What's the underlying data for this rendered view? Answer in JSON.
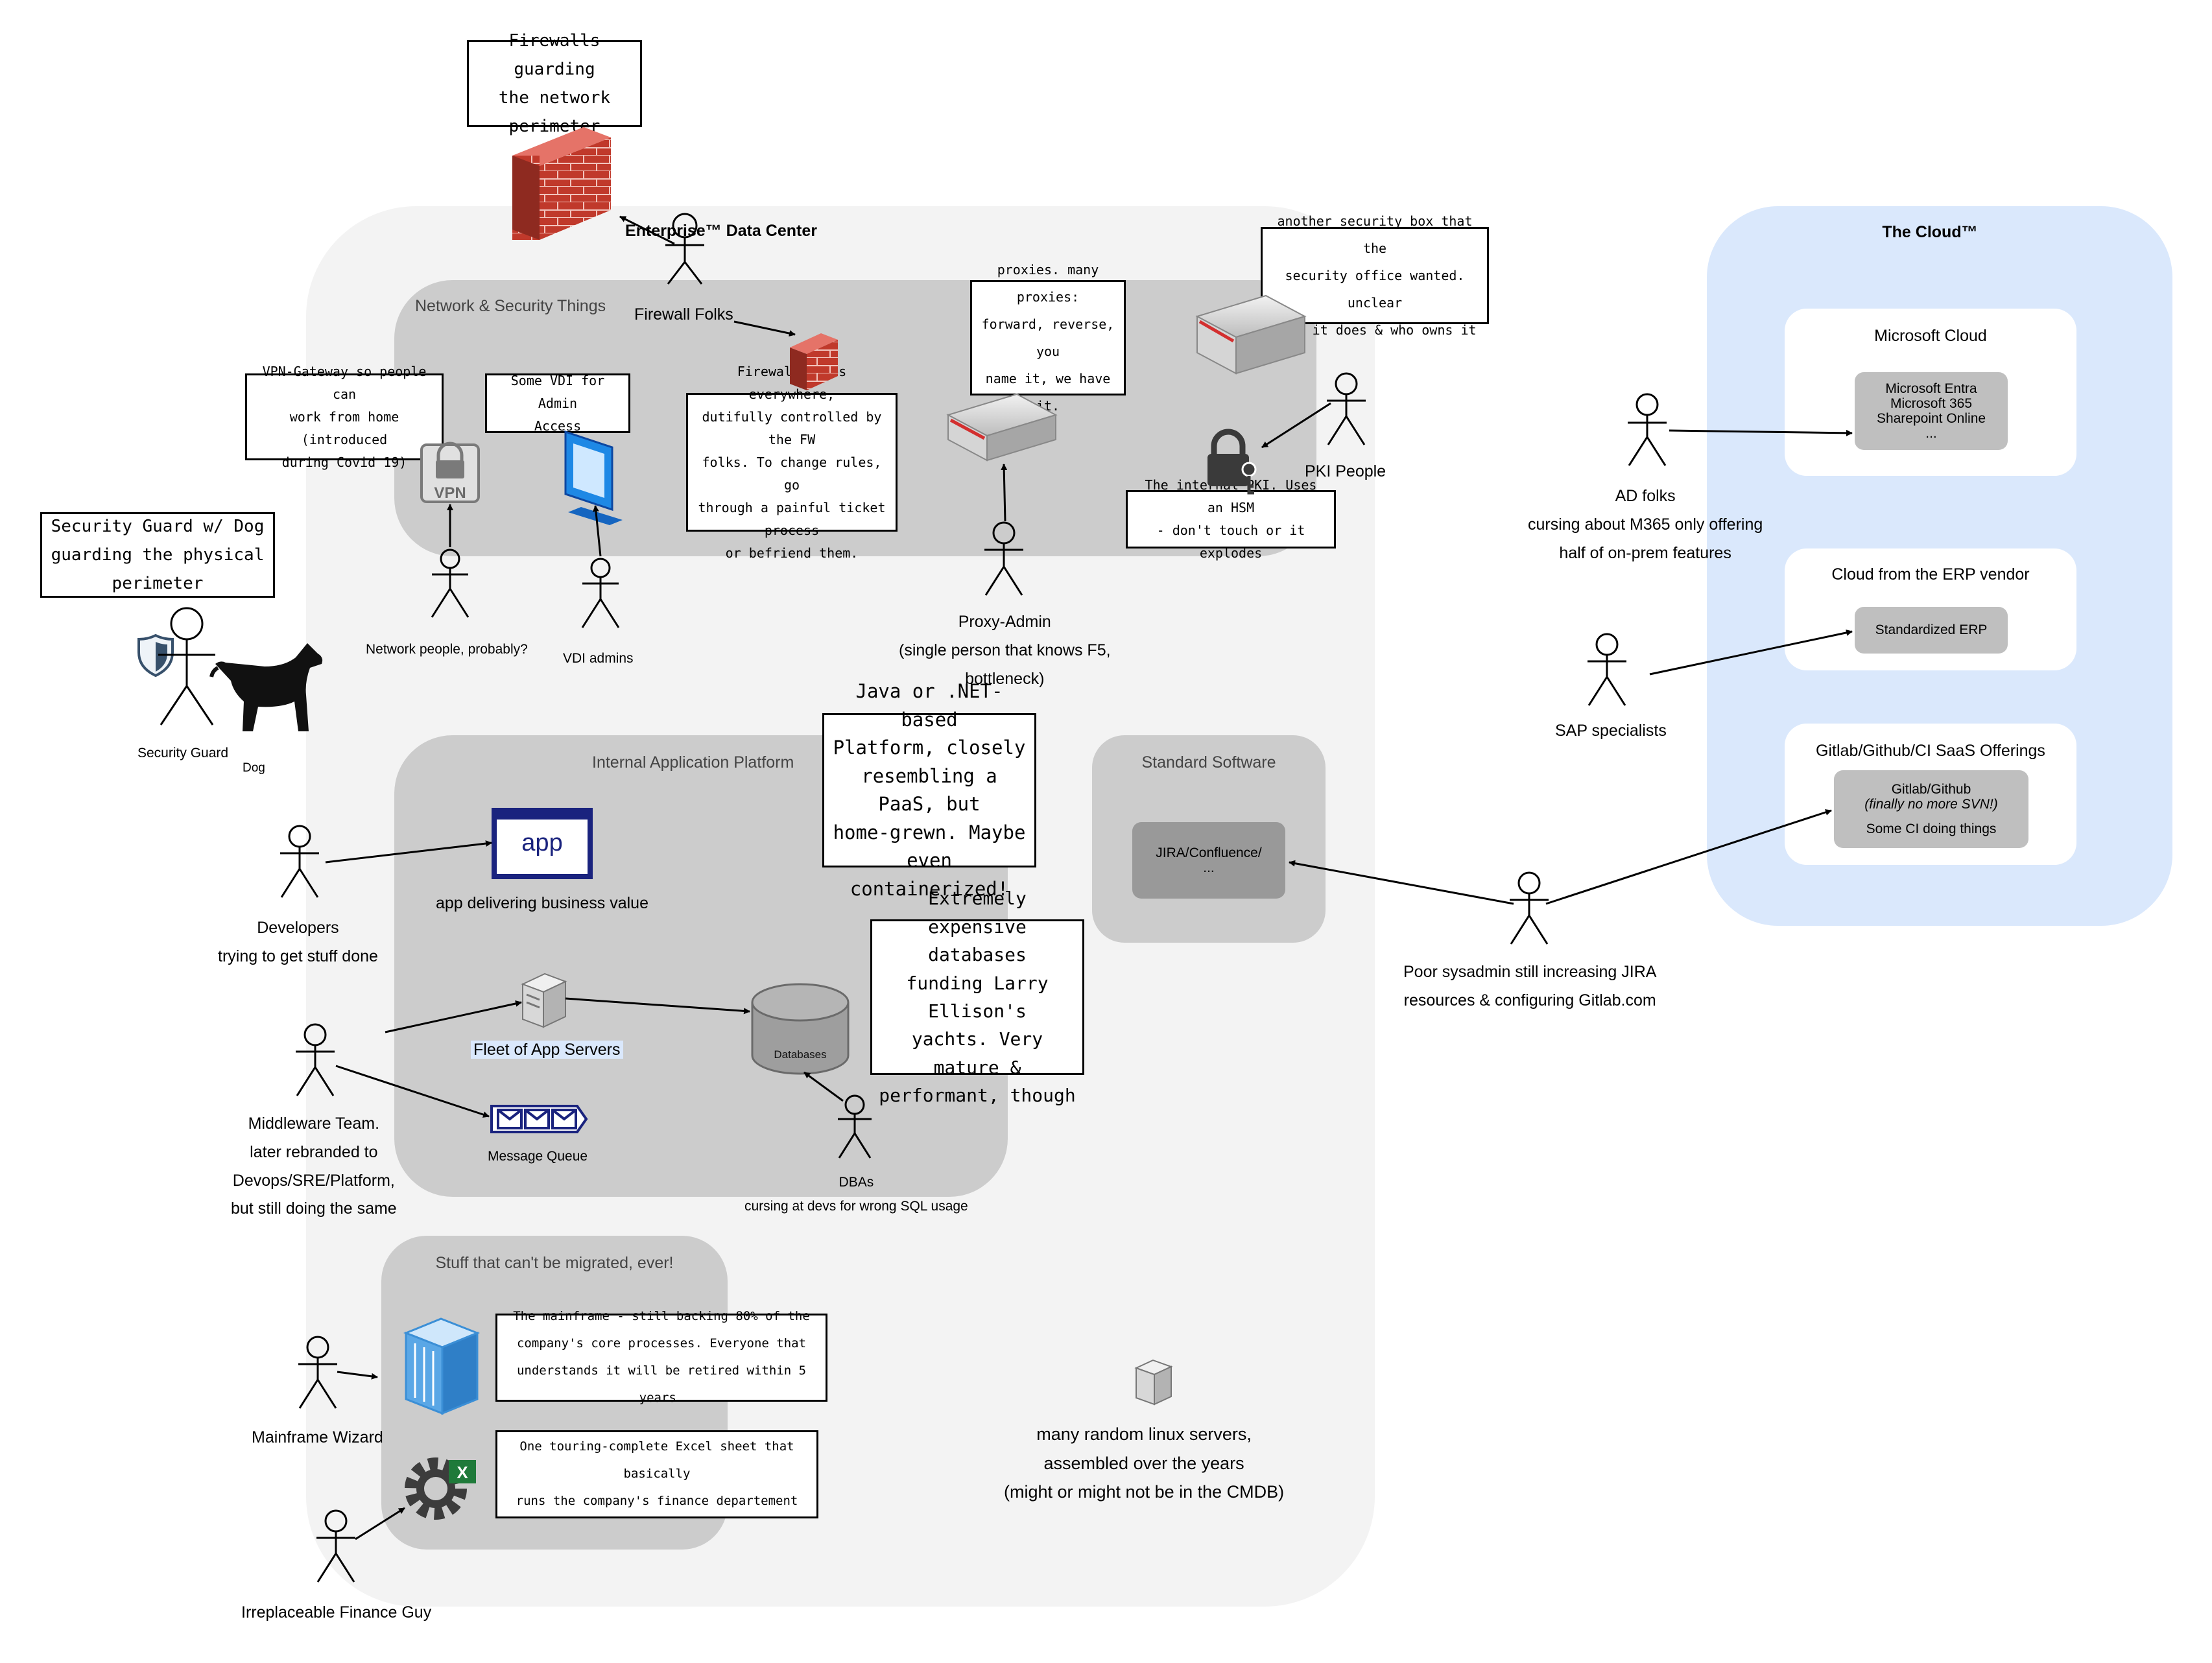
{
  "regions": {
    "datacenter": "Enterprise™ Data Center",
    "network": "Network & Security Things",
    "platform": "Internal Application Platform",
    "standard_software": "Standard Software",
    "legacy": "Stuff that can't be migrated, ever!",
    "cloud": "The Cloud™",
    "microsoft_cloud": "Microsoft Cloud",
    "erp_cloud": "Cloud from the ERP vendor",
    "git_saas": "Gitlab/Github/CI SaaS Offerings"
  },
  "tiles": {
    "microsoft": [
      "Microsoft Entra",
      "Microsoft 365",
      "Sharepoint Online",
      "..."
    ],
    "erp": "Standardized ERP",
    "gitlab": [
      "Gitlab/Github",
      "(finally no more SVN!)",
      "Some CI doing things"
    ],
    "jira": [
      "JIRA/Confluence/",
      "..."
    ]
  },
  "notes": {
    "firewalls": [
      "Firewalls guarding",
      "the network",
      "perimeter"
    ],
    "security_guard": [
      "Security Guard w/ Dog",
      "guarding the physical",
      "perimeter"
    ],
    "vpn": [
      "VPN-Gateway so people can",
      "work from home (introduced",
      "during Covid 19)"
    ],
    "vdi": [
      "Some VDI for Admin",
      "Access"
    ],
    "fw_rules": [
      "Firewall-Rules everywhere,",
      "dutifully controlled by the FW",
      "folks. To change rules, go",
      "through a painful ticket process",
      "or befriend them."
    ],
    "proxies": [
      "proxies. many proxies:",
      "forward, reverse, you",
      "name it, we have it."
    ],
    "security_box": [
      "another security box that the",
      "security office wanted. unclear",
      "what it does & who owns it"
    ],
    "pki": [
      "The internal PKI. Uses an HSM",
      "- don't touch or it explodes"
    ],
    "paas": [
      "Java or .NET-based",
      "Platform, closely",
      "resembling a PaaS, but",
      "home-grewn. Maybe",
      "even containerized!"
    ],
    "databases": [
      "Extremely",
      "expensive databases",
      "funding Larry Ellison's",
      "yachts. Very mature &",
      "performant, though"
    ],
    "mainframe": [
      "The mainframe - still backing 80% of the",
      "company's core processes. Everyone that",
      "understands it will be retired within 5 years."
    ],
    "excel": [
      "One touring-complete Excel sheet that basically",
      "runs the company's finance departement"
    ]
  },
  "labels": {
    "firewall_folks": "Firewall Folks",
    "security_guard": "Security Guard",
    "dog": "Dog",
    "network_people": "Network people, probably?",
    "vdi_admins": "VDI admins",
    "proxy_admin": [
      "Proxy-Admin",
      "(single person that knows F5,",
      "bottleneck)"
    ],
    "pki_people": "PKI People",
    "ad_folks": [
      "AD folks",
      "cursing about M365 only offering",
      "half of on-prem features"
    ],
    "sap": "SAP specialists",
    "sysadmin": [
      "Poor sysadmin still increasing JIRA",
      "resources & configuring Gitlab.com"
    ],
    "developers": [
      "Developers",
      "trying to get stuff done"
    ],
    "app_value": "app delivering business value",
    "app_icon": "app",
    "app_servers": "Fleet of App Servers",
    "middleware": [
      "Middleware Team.",
      "later rebranded to",
      "Devops/SRE/Platform,",
      "but still doing the same"
    ],
    "message_queue": "Message Queue",
    "databases_icon": "Databases",
    "dbas": [
      "DBAs",
      "cursing at devs for wrong SQL usage"
    ],
    "mainframe_wizard": "Mainframe Wizard",
    "finance_guy": "Irreplaceable Finance Guy",
    "linux_servers": [
      "many random linux servers,",
      "assembled over the years",
      "(might or might not be in the CMDB)"
    ],
    "vpn_icon": "VPN"
  },
  "icons": {
    "firewall_large": "brick-firewall-icon",
    "firewall_small": "brick-firewall-icon",
    "vpn": "vpn-lock-icon",
    "vdi": "monitor-icon",
    "proxy": "network-appliance-icon",
    "security_box": "network-appliance-icon",
    "pki": "padlock-key-icon",
    "shield": "shield-icon",
    "dog": "dog-icon",
    "app": "app-window-icon",
    "app_server": "server-icon",
    "message_queue": "envelope-queue-icon",
    "database": "database-cylinder-icon",
    "mainframe": "mainframe-icon",
    "excel": "excel-gear-icon",
    "linux": "server-icon"
  },
  "colors": {
    "datacenter": "#f3f3f3",
    "inner_region": "#cccccc",
    "cloud": "#dae8fc",
    "brick": "#c0392b",
    "app_blue": "#1a237e",
    "vdi_blue": "#1e88e5",
    "mainframe_blue": "#3b8fd6",
    "excel_green": "#1f7a3a"
  }
}
